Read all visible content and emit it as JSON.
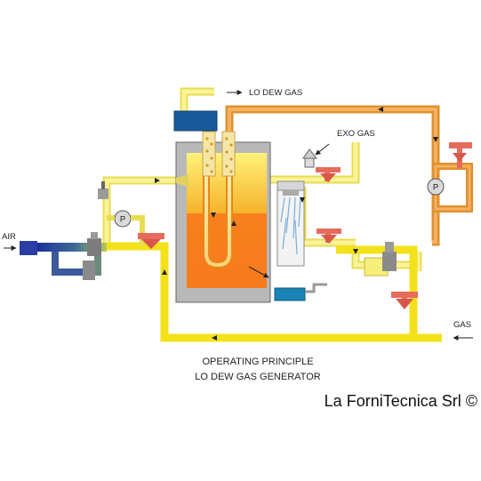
{
  "labels": {
    "lo_dew_gas": "LO DEW GAS",
    "exo_gas": "EXO GAS",
    "air": "AIR",
    "gas": "GAS",
    "pump": "P"
  },
  "caption": {
    "line1": "OPERATING PRINCIPLE",
    "line2": "LO DEW GAS GENERATOR"
  },
  "copyright": "La ForniTecnica Srl ©",
  "colors": {
    "pipe_yellow": "#f6ef7a",
    "gas_line_yellow": "#f3e21a",
    "exo_orange": "#f0a040",
    "furnace_grey": "#b9b9b9",
    "combustion_orange": "#f77a1d",
    "header_blue": "#1b5a9a",
    "cooler_teal": "#1a83b5",
    "valve_red": "#e76b5d",
    "inlet_blue": "#2a3ea6"
  }
}
